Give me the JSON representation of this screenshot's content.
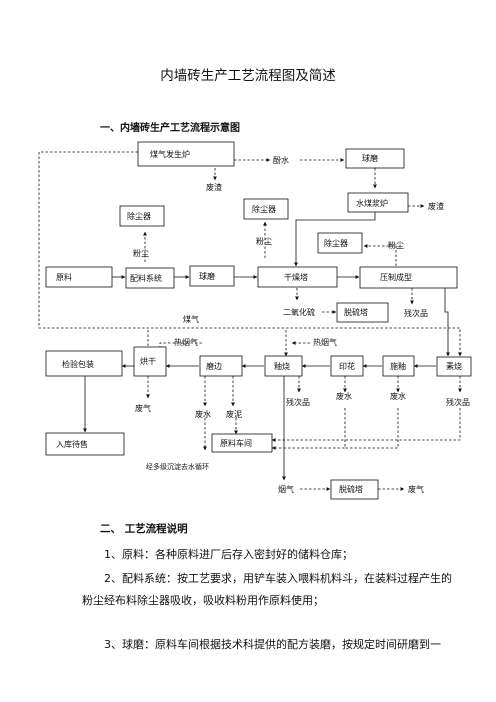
{
  "document": {
    "title": "内墙砖生产工艺流程图及简述",
    "section1_heading": "一、内墙砖生产工艺流程示意图",
    "section2_heading": "二、 工艺流程说明",
    "paragraphs": [
      "1、原料：各种原料进厂后存入密封好的储料仓库；",
      "2、配料系统：按工艺要求，用铲车装入喂料机料斗，在装料过程产生的粉尘经布料除尘器吸收，吸收料粉用作原料使用；",
      "3、球磨：原料车间根据技术科提供的配方装磨，按规定时间研磨到一"
    ]
  },
  "diagram": {
    "boxes": {
      "gas_generator": "煤气发生炉",
      "ball_mill_top": "球磨",
      "water_coal_slurry_furnace": "水煤浆炉",
      "dust_collector_1": "除尘器",
      "dust_collector_2": "除尘器",
      "dust_collector_3": "除尘器",
      "raw_material": "原料",
      "batching_system": "配料系统",
      "ball_mill": "球磨",
      "drying_tower": "干燥塔",
      "press_forming": "压制成型",
      "desulfurization_tower": "脱硫塔",
      "inspection_packing": "检验包装",
      "drying": "烘干",
      "edge_grinding": "磨边",
      "glaze_firing": "釉烧",
      "printing": "印花",
      "glazing": "施釉",
      "biscuit_firing": "素烧",
      "storage": "入库待售",
      "raw_material_workshop": "原料车间",
      "desulfurization_tower_2": "脱硫塔"
    },
    "labels": {
      "phenol_water": "酚水",
      "slag_1": "废渣",
      "slag_2": "废渣",
      "dust_1": "粉尘",
      "dust_2": "粉尘",
      "dust_3": "粉尘",
      "sulfur_dioxide": "二氧化硫",
      "rejects_1": "残次品",
      "gas": "煤气",
      "hot_flue_1": "热烟气",
      "hot_flue_2": "热烟气",
      "waste_gas_1": "废气",
      "waste_water_1": "废水",
      "waste_mud": "废泥",
      "rejects_2": "残次品",
      "waste_water_2": "废水",
      "waste_water_3": "废水",
      "rejects_3": "残次品",
      "sedimentation": "经多级沉淀去水循环",
      "flue_gas": "烟气",
      "waste_gas_2": "废气"
    }
  }
}
